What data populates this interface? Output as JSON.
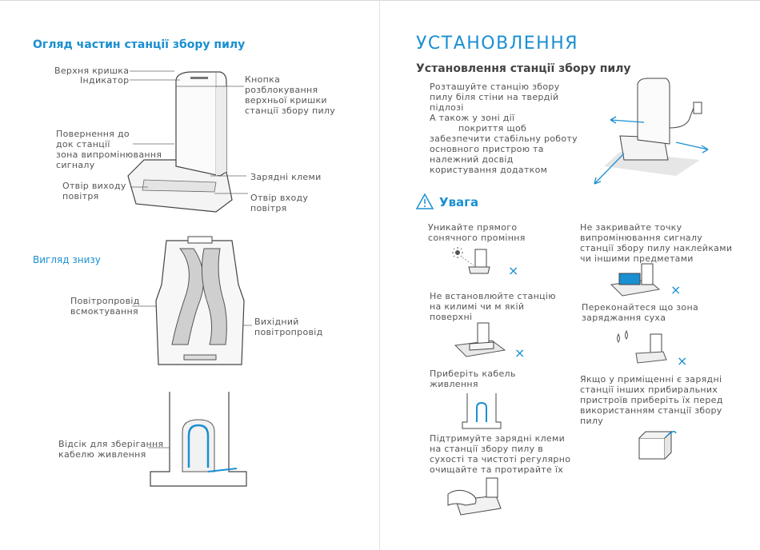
{
  "left": {
    "title": "Огляд частин станції збору пилу",
    "parts": {
      "top_cover": "Верхня кришка",
      "indicator": "Індикатор",
      "unlock_button": [
        "Кнопка",
        "розблокування",
        "верхньої кришки",
        "станції збору пилу"
      ],
      "return_zone": [
        "Повернення до",
        "док станції",
        "зона випромінювання",
        "сигналу"
      ],
      "air_outlet": [
        "Отвір виходу",
        "повітря"
      ],
      "charging_contacts": "Зарядні клеми",
      "air_inlet": [
        "Отвір входу",
        "повітря"
      ]
    },
    "bottom_view": {
      "title": "Вигляд знизу",
      "suction_duct": [
        "Повітропровід",
        "всмоктування"
      ],
      "exhaust_duct": [
        "Вихідний",
        "повітропровід"
      ]
    },
    "cable_storage": [
      "Відсік для зберігання",
      "кабелю живлення"
    ]
  },
  "right": {
    "title": "УСТАНОВЛЕННЯ",
    "subtitle": "Установлення станції збору пилу",
    "install_text": [
      "Розташуйте станцію збору",
      "пилу біля стіни на твердій",
      "підлозі",
      "А також у зоні дії",
      "покриття  щоб",
      "забезпечити стабільну роботу",
      "основного пристрою та",
      "належний досвід",
      "користування додатком"
    ],
    "warning_title": "Увага",
    "warnings": {
      "sunlight": [
        "Уникайте прямого",
        "сонячного проміння"
      ],
      "carpet": [
        "Не встановлюйте станцію",
        "на килимі чи м якій",
        "поверхні"
      ],
      "cable": [
        "Приберіть кабель",
        "живлення"
      ],
      "contacts": [
        "Підтримуйте зарядні клеми",
        "на станції збору пилу в",
        "сухості та чистоті  регулярно",
        "очищайте та протирайте їх"
      ],
      "no_cover": [
        "Не закривайте точку",
        "випромінювання сигналу",
        "станції збору пилу наклейками",
        "чи іншими предметами"
      ],
      "dry": [
        "Переконайтеся  що зона",
        "заряджання суха"
      ],
      "other_stations": [
        "Якщо у приміщенні є зарядні",
        "станції інших прибиральних",
        "пристроїв  приберіть їх перед",
        "використанням станції збору",
        "пилу"
      ]
    },
    "cross_mark": "×"
  },
  "colors": {
    "accent": "#1a8fd1",
    "text": "#555555",
    "line": "#666666"
  }
}
